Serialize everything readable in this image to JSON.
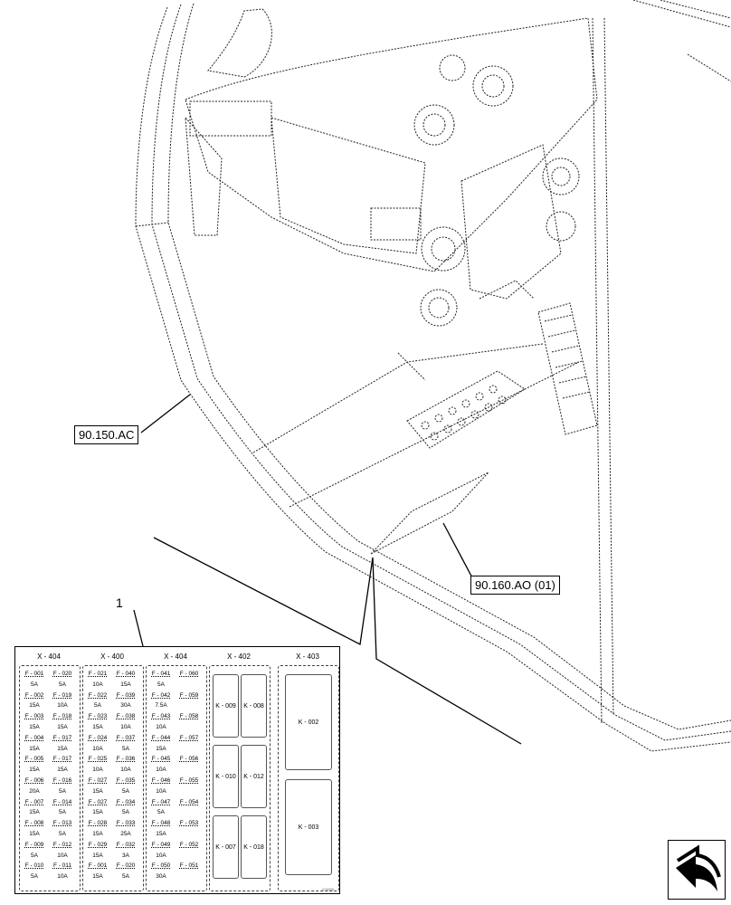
{
  "callouts": {
    "cab_ref": "90.150.AC",
    "panel_ref": "90.160.AO (01)",
    "item_number": "1"
  },
  "fuse_box": {
    "groups": [
      {
        "title": "X - 404",
        "cells": [
          [
            "F - 001",
            "F - 020"
          ],
          [
            "5A",
            "5A"
          ],
          [
            "F - 002",
            "F - 019"
          ],
          [
            "15A",
            "10A"
          ],
          [
            "F - 003",
            "F - 018"
          ],
          [
            "15A",
            "15A"
          ],
          [
            "F - 004",
            "F - 017"
          ],
          [
            "15A",
            "15A"
          ],
          [
            "F - 005",
            "F - 017"
          ],
          [
            "15A",
            "15A"
          ],
          [
            "F - 006",
            "F - 016"
          ],
          [
            "20A",
            "5A"
          ],
          [
            "F - 007",
            "F - 014"
          ],
          [
            "15A",
            "5A"
          ],
          [
            "F - 008",
            "F - 013"
          ],
          [
            "15A",
            "5A"
          ],
          [
            "F - 009",
            "F - 012"
          ],
          [
            "5A",
            "10A"
          ],
          [
            "F - 010",
            "F - 011"
          ],
          [
            "5A",
            "10A"
          ]
        ]
      },
      {
        "title": "X - 400",
        "cells": [
          [
            "F - 021",
            "F - 040"
          ],
          [
            "10A",
            "15A"
          ],
          [
            "F - 022",
            "F - 039"
          ],
          [
            "5A",
            "30A"
          ],
          [
            "F - 023",
            "F - 038"
          ],
          [
            "15A",
            "10A"
          ],
          [
            "F - 024",
            "F - 037"
          ],
          [
            "10A",
            "5A"
          ],
          [
            "F - 025",
            "F - 036"
          ],
          [
            "10A",
            "10A"
          ],
          [
            "F - 027",
            "F - 035"
          ],
          [
            "15A",
            "5A"
          ],
          [
            "F - 027",
            "F - 034"
          ],
          [
            "15A",
            "5A"
          ],
          [
            "F - 028",
            "F - 033"
          ],
          [
            "15A",
            "25A"
          ],
          [
            "F - 029",
            "F - 032"
          ],
          [
            "15A",
            "3A"
          ],
          [
            "F - 001",
            "F - 020"
          ],
          [
            "15A",
            "5A"
          ]
        ]
      },
      {
        "title": "X - 404",
        "cells": [
          [
            "F - 041",
            "F - 060"
          ],
          [
            "5A",
            ""
          ],
          [
            "F - 042",
            "F - 059"
          ],
          [
            "7.5A",
            ""
          ],
          [
            "F - 043",
            "F - 058"
          ],
          [
            "10A",
            ""
          ],
          [
            "F - 044",
            "F - 057"
          ],
          [
            "15A",
            ""
          ],
          [
            "F - 045",
            "F - 056"
          ],
          [
            "10A",
            ""
          ],
          [
            "F - 046",
            "F - 055"
          ],
          [
            "10A",
            ""
          ],
          [
            "F - 047",
            "F - 054"
          ],
          [
            "5A",
            ""
          ],
          [
            "F - 048",
            "F - 053"
          ],
          [
            "15A",
            ""
          ],
          [
            "F - 049",
            "F - 052"
          ],
          [
            "10A",
            ""
          ],
          [
            "F - 050",
            "F - 051"
          ],
          [
            "30A",
            ""
          ]
        ]
      }
    ],
    "relay_groups": [
      {
        "title": "X - 402",
        "relays": [
          "K - 009",
          "K - 008",
          "K - 010",
          "K - 012",
          "K - 007",
          "K - 018"
        ]
      },
      {
        "title": "X - 403",
        "relays": [
          "K - 002",
          "K - 003"
        ]
      }
    ],
    "stamp": "474656"
  },
  "icons": {
    "nav": "return-arrow-icon"
  }
}
